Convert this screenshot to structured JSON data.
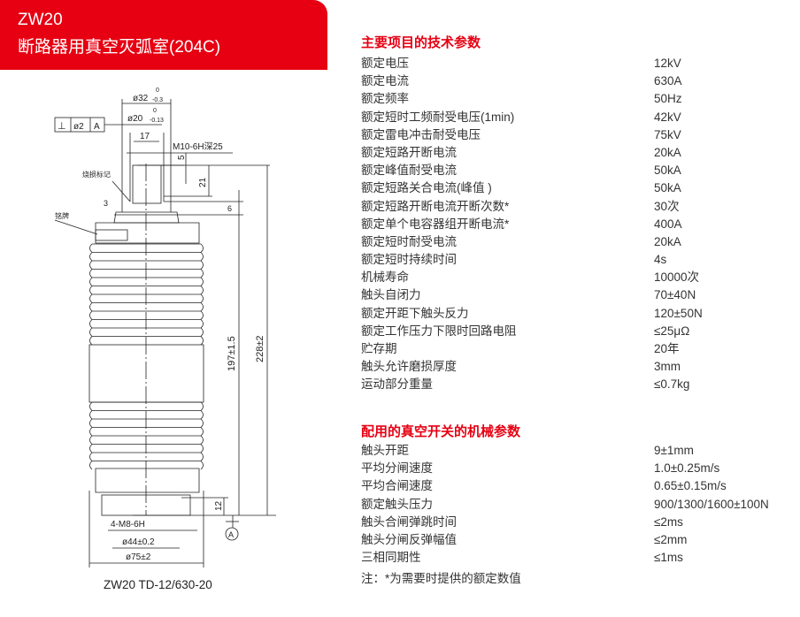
{
  "header": {
    "model": "ZW20",
    "title": "断路器用真空灭弧室(204C)"
  },
  "drawing": {
    "tolerance_frame": [
      "⊥",
      "ø2",
      "A"
    ],
    "dim_d32": "ø32",
    "dim_d32_tol_upper": "0",
    "dim_d32_tol_lower": "-0.3",
    "dim_d20": "ø20",
    "dim_d20_tol_upper": "0",
    "dim_d20_tol_lower": "-0.13",
    "dim_17": "17",
    "thread": "M10-6H深25",
    "dim_5": "5",
    "dim_21": "21",
    "dim_3": "3",
    "dim_6": "6",
    "label_burn_mark": "烧损标记",
    "label_nameplate": "铭牌",
    "dim_197": "197±1.5",
    "dim_228": "228±2",
    "dim_12": "12",
    "bolt": "4-M8-6H",
    "dim_d44": "ø44±0.2",
    "dim_d75": "ø75±2",
    "datum": "A",
    "caption": "ZW20 TD-12/630-20"
  },
  "section1": {
    "title": "主要项目的技术参数",
    "rows": [
      {
        "label": "额定电压",
        "value": "12kV"
      },
      {
        "label": "额定电流",
        "value": "630A"
      },
      {
        "label": "额定频率",
        "value": "50Hz"
      },
      {
        "label": "额定短时工频耐受电压(1min)",
        "value": "42kV"
      },
      {
        "label": "额定雷电冲击耐受电压",
        "value": "75kV"
      },
      {
        "label": "额定短路开断电流",
        "value": "20kA"
      },
      {
        "label": "额定峰值耐受电流",
        "value": "50kA"
      },
      {
        "label": "额定短路关合电流(峰值 )",
        "value": "50kA"
      },
      {
        "label": "额定短路开断电流开断次数*",
        "value": "30次"
      },
      {
        "label": "额定单个电容器组开断电流*",
        "value": "400A"
      },
      {
        "label": "额定短时耐受电流",
        "value": "20kA"
      },
      {
        "label": "额定短时持续时间",
        "value": "4s"
      },
      {
        "label": "机械寿命",
        "value": "10000次"
      },
      {
        "label": "触头自闭力",
        "value": "70±40N"
      },
      {
        "label": "额定开距下触头反力",
        "value": "120±50N"
      },
      {
        "label": "额定工作压力下限时回路电阻",
        "value": "≤25μΩ"
      },
      {
        "label": "贮存期",
        "value": "20年"
      },
      {
        "label": "触头允许磨损厚度",
        "value": "3mm"
      },
      {
        "label": "运动部分重量",
        "value": "≤0.7kg"
      }
    ]
  },
  "section2": {
    "title": "配用的真空开关的机械参数",
    "rows": [
      {
        "label": "触头开距",
        "value": "9±1mm"
      },
      {
        "label": "平均分闸速度",
        "value": "1.0±0.25m/s"
      },
      {
        "label": "平均合闸速度",
        "value": "0.65±0.15m/s"
      },
      {
        "label": "额定触头压力",
        "value": "900/1300/1600±100N"
      },
      {
        "label": "触头合闸弹跳时间",
        "value": "≤2ms"
      },
      {
        "label": "触头分闸反弹幅值",
        "value": "≤2mm"
      },
      {
        "label": "三相同期性",
        "value": "≤1ms"
      }
    ]
  },
  "note": "注：*为需要时提供的额定数值"
}
